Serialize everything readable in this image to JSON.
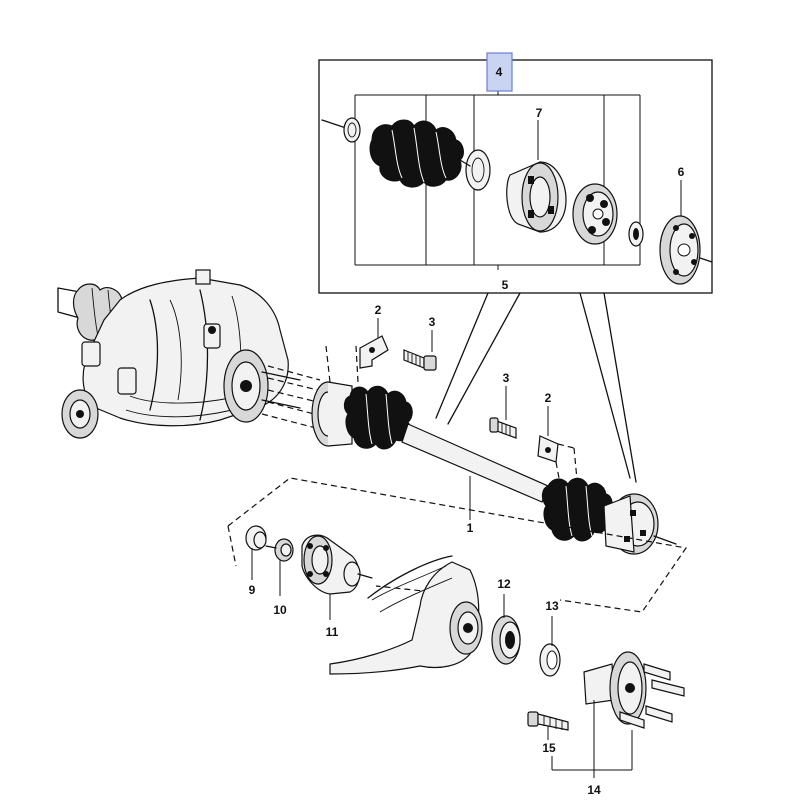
{
  "diagram": {
    "labels": {
      "p1": "1",
      "p2a": "2",
      "p2b": "2",
      "p3a": "3",
      "p3b": "3",
      "p4": "4",
      "p5": "5",
      "p6": "6",
      "p7": "7",
      "p9": "9",
      "p10": "10",
      "p11": "11",
      "p12": "12",
      "p13": "13",
      "p14": "14",
      "p15": "15"
    },
    "highlight_color": "#c9d4f2"
  }
}
